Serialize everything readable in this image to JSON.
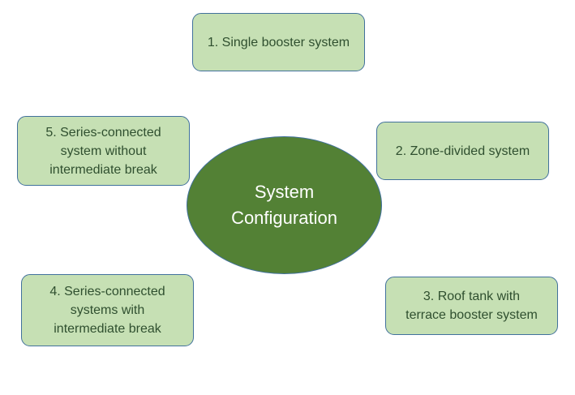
{
  "center": {
    "label": "System\nConfiguration"
  },
  "nodes": [
    {
      "label": "1. Single booster system"
    },
    {
      "label": "2. Zone-divided system"
    },
    {
      "label": "3. Roof tank with\nterrace booster system"
    },
    {
      "label": "4. Series-connected\nsystems with\nintermediate break"
    },
    {
      "label": "5. Series-connected\nsystem without\nintermediate break"
    }
  ],
  "colors": {
    "node_fill": "#c6e0b4",
    "node_border": "#41719c",
    "node_text": "#2f4f2f",
    "center_fill": "#538135",
    "center_text": "#ffffff"
  }
}
